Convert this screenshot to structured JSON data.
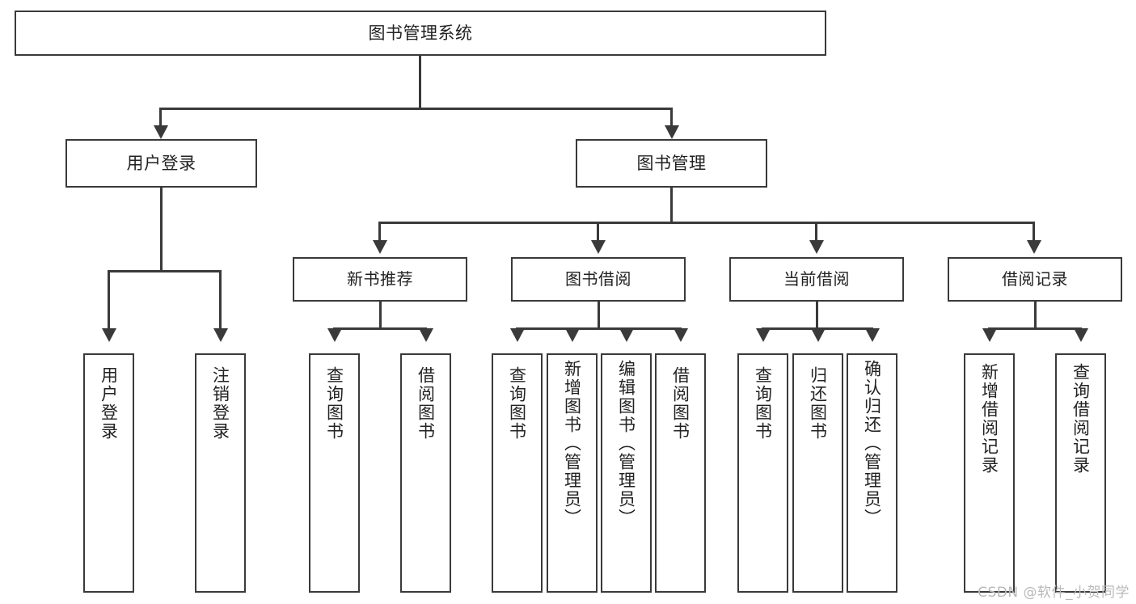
{
  "diagram": {
    "title": "图书管理系统",
    "type": "tree",
    "watermark": "CSDN @软件_小贺同学",
    "colors": {
      "stroke": "#3a3a3a",
      "fill": "#ffffff",
      "text": "#222222",
      "watermark": "#b9b9b9"
    },
    "root": {
      "label": "图书管理系统"
    },
    "level1": [
      {
        "label": "用户登录"
      },
      {
        "label": "图书管理"
      }
    ],
    "level2": [
      {
        "label": "新书推荐"
      },
      {
        "label": "图书借阅"
      },
      {
        "label": "当前借阅"
      },
      {
        "label": "借阅记录"
      }
    ],
    "leaves": {
      "user_login": [
        {
          "label": "用户登录"
        },
        {
          "label": "注销登录"
        }
      ],
      "new_book": [
        {
          "label": "查询图书"
        },
        {
          "label": "借阅图书"
        }
      ],
      "book_borrow": [
        {
          "label": "查询图书"
        },
        {
          "label": "新增图书（管理员）"
        },
        {
          "label": "编辑图书（管理员）"
        },
        {
          "label": "借阅图书"
        }
      ],
      "current_borrow": [
        {
          "label": "查询图书"
        },
        {
          "label": "归还图书"
        },
        {
          "label": "确认归还（管理员）"
        }
      ],
      "borrow_record": [
        {
          "label": "新增借阅记录"
        },
        {
          "label": "查询借阅记录"
        }
      ]
    }
  }
}
